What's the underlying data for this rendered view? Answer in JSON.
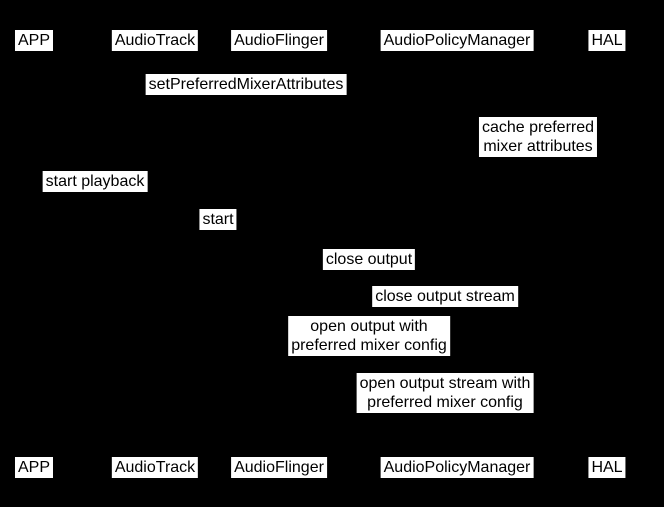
{
  "diagram": {
    "type": "sequence-diagram",
    "background_color": "#000000",
    "label_background_color": "#ffffff",
    "label_text_color": "#000000",
    "participants": [
      "APP",
      "AudioTrack",
      "AudioFlinger",
      "AudioPolicyManager",
      "HAL"
    ],
    "messages": [
      {
        "from": "APP",
        "to": "AudioPolicyManager",
        "label": "setPreferredMixerAttributes"
      },
      {
        "from": "AudioPolicyManager",
        "to": "HAL",
        "label": "cache preferred\nmixer attributes"
      },
      {
        "from": "APP",
        "to": "AudioTrack",
        "label": "start playback"
      },
      {
        "from": "AudioTrack",
        "to": "AudioFlinger",
        "label": "start"
      },
      {
        "from": "AudioFlinger",
        "to": "AudioPolicyManager",
        "label": "close output"
      },
      {
        "from": "AudioFlinger",
        "to": "HAL",
        "label": "close output stream"
      },
      {
        "from": "AudioFlinger",
        "to": "AudioPolicyManager",
        "label": "open output with\npreferred mixer config"
      },
      {
        "from": "AudioFlinger",
        "to": "HAL",
        "label": "open output stream with\npreferred mixer config"
      }
    ]
  }
}
